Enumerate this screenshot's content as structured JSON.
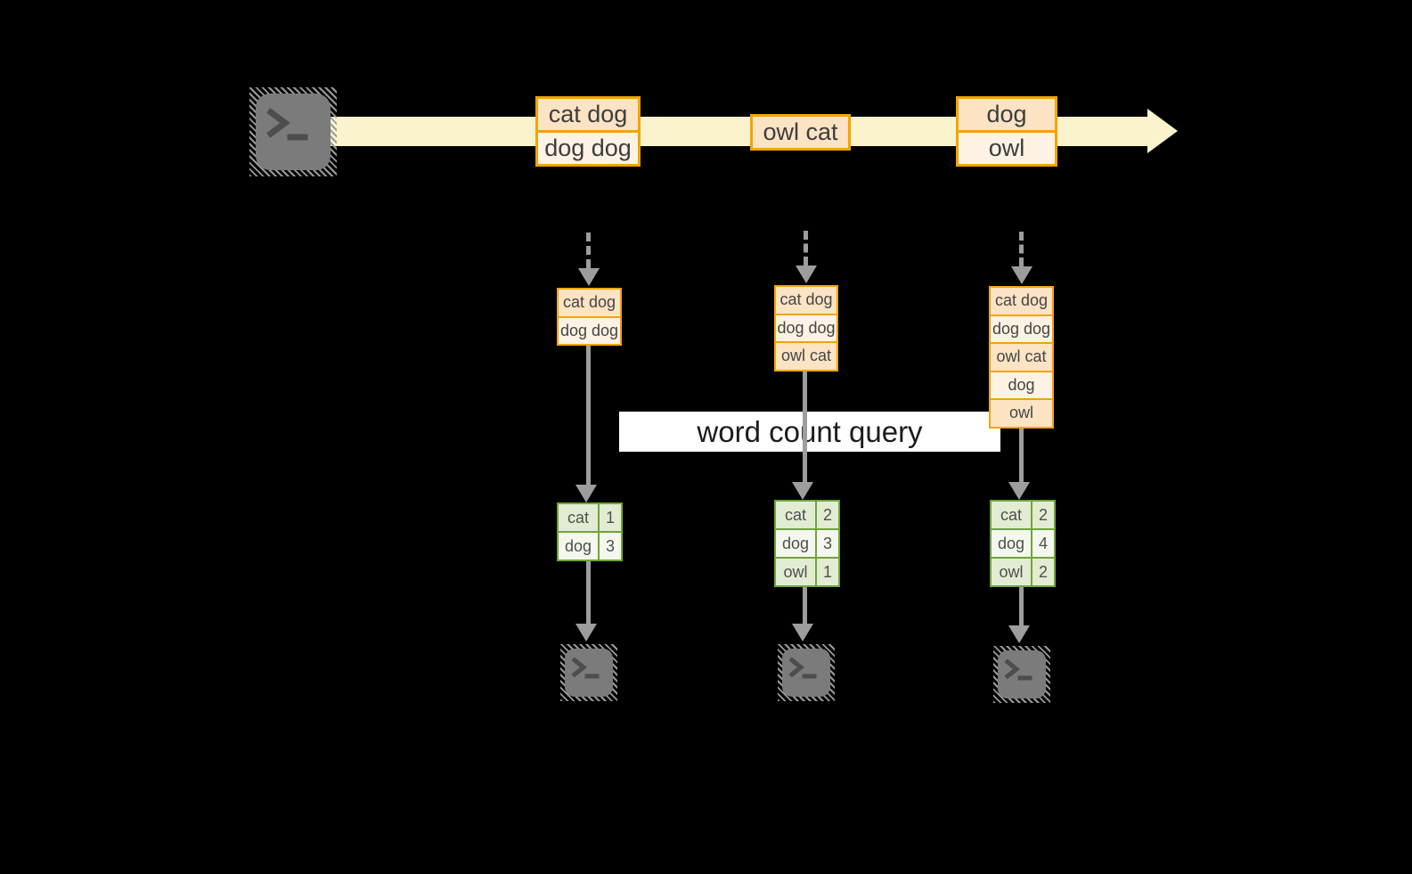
{
  "query_label": "word count query",
  "stream": {
    "events": [
      {
        "cells": [
          "cat dog",
          "dog dog"
        ]
      },
      {
        "cells": [
          "owl cat"
        ]
      },
      {
        "cells": [
          "dog",
          "owl"
        ]
      }
    ]
  },
  "states": [
    {
      "cells": [
        "cat dog",
        "dog dog"
      ]
    },
    {
      "cells": [
        "cat dog",
        "dog dog",
        "owl cat"
      ]
    },
    {
      "cells": [
        "cat dog",
        "dog dog",
        "owl cat",
        "dog",
        "owl"
      ]
    }
  ],
  "counts": [
    {
      "rows": [
        {
          "word": "cat",
          "count": "1"
        },
        {
          "word": "dog",
          "count": "3"
        }
      ]
    },
    {
      "rows": [
        {
          "word": "cat",
          "count": "2"
        },
        {
          "word": "dog",
          "count": "3"
        },
        {
          "word": "owl",
          "count": "1"
        }
      ]
    },
    {
      "rows": [
        {
          "word": "cat",
          "count": "2"
        },
        {
          "word": "dog",
          "count": "4"
        },
        {
          "word": "owl",
          "count": "2"
        }
      ]
    }
  ],
  "colors": {
    "background": "#000000",
    "accent_gold": "#F0A500",
    "peach": "#FBE3C3",
    "cream": "#FDF2E3",
    "stream_band": "#FBF2CE",
    "green_border": "#6FA43C",
    "green_row": "#E2ECD2",
    "green_row_alt": "#F3F7ED",
    "arrow_gray": "#9D9D9D",
    "terminal_gray": "#7B7B7B",
    "query_bg": "#FFFFFF"
  }
}
